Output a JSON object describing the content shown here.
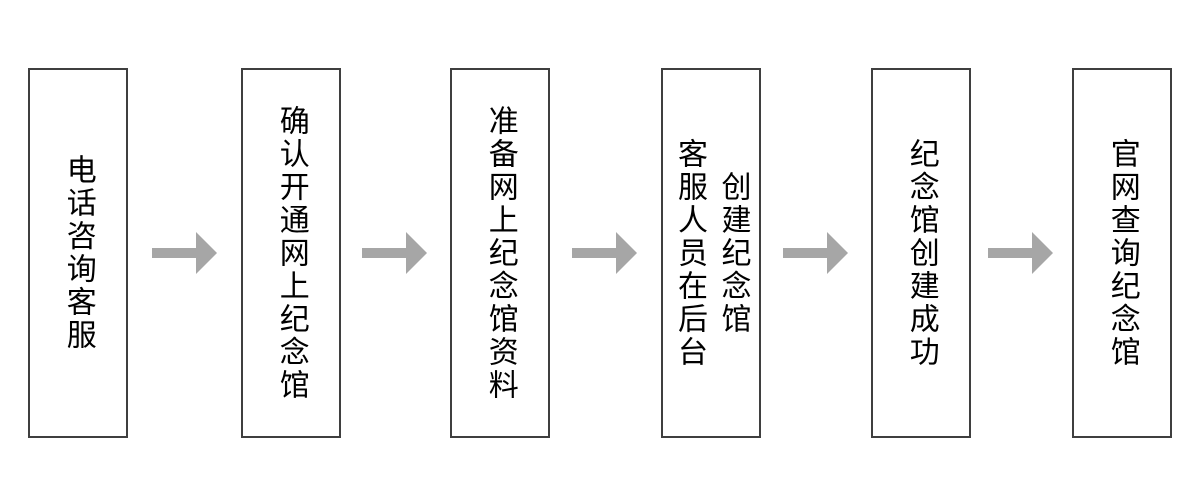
{
  "flowchart": {
    "colors": {
      "background": "#ffffff",
      "box_border": "#3f3f3f",
      "arrow": "#a6a6a6",
      "text": "#000000"
    },
    "arrow_icon": "right-arrow",
    "steps": [
      {
        "lines": [
          "电话咨询客服"
        ]
      },
      {
        "lines": [
          "确认开通网上纪念馆"
        ]
      },
      {
        "lines": [
          "准备网上纪念馆资料"
        ]
      },
      {
        "lines": [
          "客服人员在后台",
          "创建纪念馆"
        ]
      },
      {
        "lines": [
          "纪念馆创建成功"
        ]
      },
      {
        "lines": [
          "官网查询纪念馆"
        ]
      }
    ]
  }
}
